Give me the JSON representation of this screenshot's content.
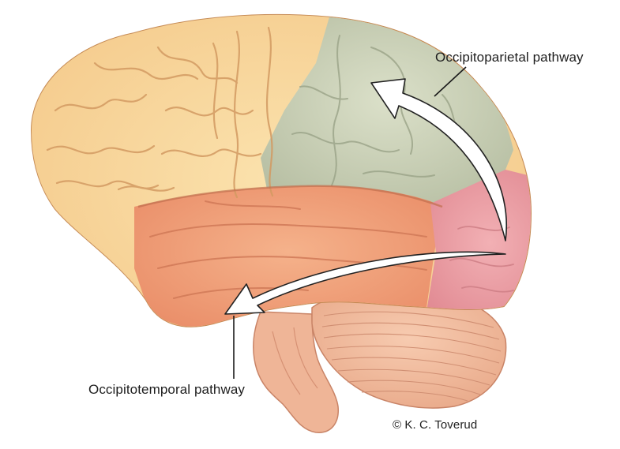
{
  "labels": {
    "occipitoparietal": "Occipitoparietal pathway",
    "occipitotemporal": "Occipitotemporal pathway"
  },
  "credit": "© K. C. Toverud",
  "colors": {
    "frontal_lobe": "#f4c98a",
    "parietal_region": "#c8cfb6",
    "temporal_lobe": "#ef9e76",
    "occipital_lobe": "#ea9aa0",
    "cerebellum": "#f0b99a",
    "brainstem": "#eeb295",
    "arrow_fill": "#ffffff",
    "arrow_outline": "#222222",
    "leader_line": "#1a1a1a"
  },
  "icons": [
    "brain-illustration",
    "arrow-icon"
  ]
}
